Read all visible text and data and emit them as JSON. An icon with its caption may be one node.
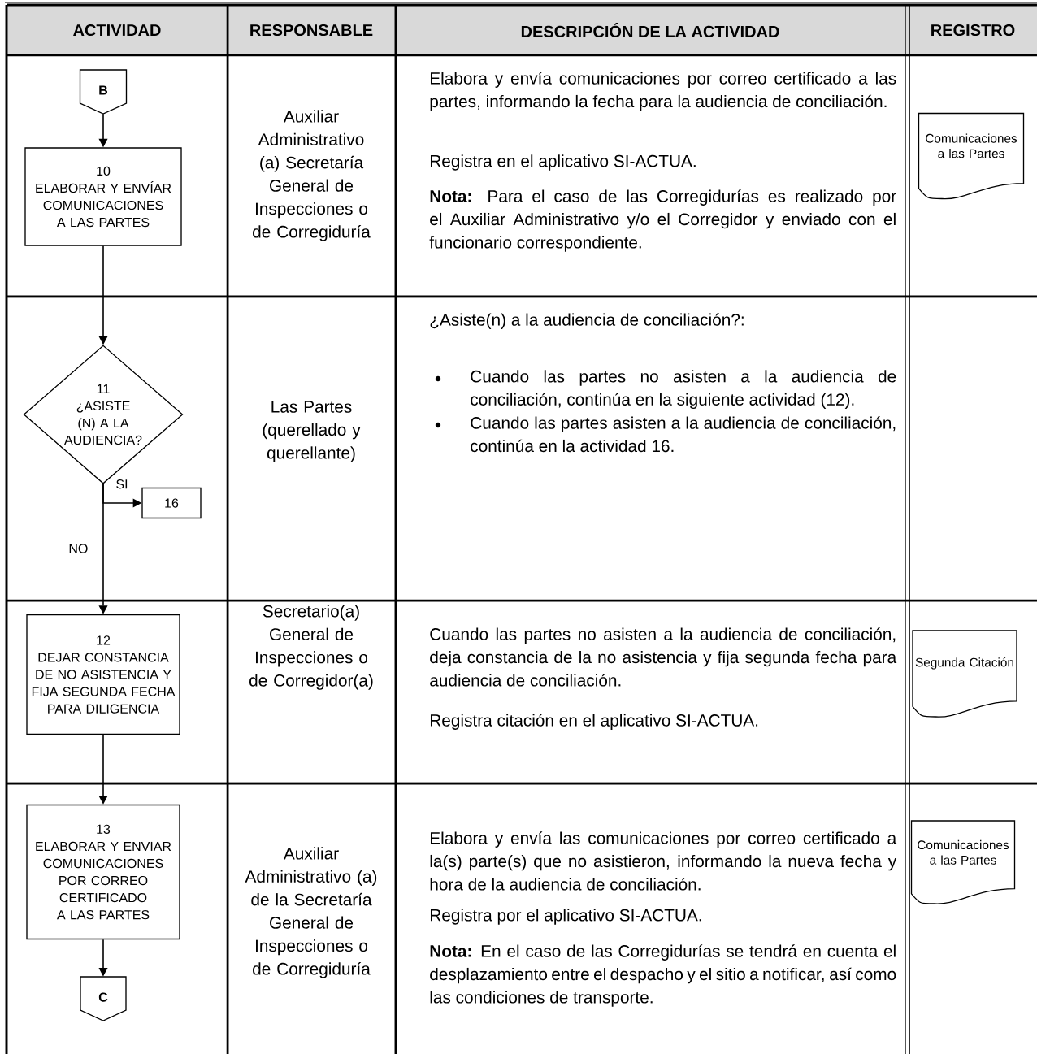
{
  "diagram": {
    "nodes": [
      {
        "text": [
          "B"
        ]
      },
      {
        "text": [
          "10",
          "ELABORAR Y ENVÍAR COMUNICACIONES A LAS PARTES"
        ]
      },
      {
        "text": [
          "11",
          "¿ASISTE (N) A LA AUDIENCIA?"
        ]
      },
      {
        "text": [
          "16"
        ]
      },
      {
        "text": [
          "12",
          "DEJAR CONSTANCIA DE NO ASISTENCIA Y FIJA SEGUNDA FECHA PARA DILIGENCIA"
        ]
      },
      {
        "text": [
          "13",
          "ELABORAR Y ENVIAR COMUNICACIONES POR CORREO CERTIFICADO A LAS PARTES"
        ]
      },
      {
        "text": [
          "C"
        ]
      },
      {
        "text": [
          "Comunicaciones a las Partes"
        ]
      },
      {
        "text": [
          "Segunda Citación"
        ]
      },
      {
        "text": [
          "Comunicaciones a las Partes"
        ]
      }
    ],
    "edges": [
      {
        "from": 0,
        "to": 1,
        "arrow": "to"
      },
      {
        "from": 1,
        "to": 2,
        "arrow": "to"
      },
      {
        "from": 2,
        "to": 3,
        "arrow": "to",
        "label": "SI"
      },
      {
        "from": 2,
        "to": 4,
        "arrow": "to",
        "label": "NO"
      },
      {
        "from": 4,
        "to": 5,
        "arrow": "to"
      },
      {
        "from": 5,
        "to": 6,
        "arrow": "to"
      }
    ],
    "labels": [
      "ACTIVIDAD",
      "RESPONSABLE",
      "DESCRIPCIÓN DE LA ACTIVIDAD",
      "REGISTRO",
      "Auxiliar Administrativo (a) Secretaría General de Inspecciones o de Corregiduría",
      "Elabora y envía comunicaciones por correo certificado a las partes, informando la fecha para la audiencia de conciliación.",
      "Registra en el aplicativo SI-ACTUA.",
      "**Nota:** Para el caso de las Corregidurías es realizado por el Auxiliar Administrativo y/o el Corregidor y enviado con el funcionario correspondiente.",
      "Las Partes (querellado y querellante)",
      "¿Asiste(n) a la audiencia de conciliación?:",
      "Cuando las partes no asisten a la audiencia de conciliación, continúa en la siguiente actividad (12).",
      "Cuando las partes asisten a la audiencia de conciliación, continúa en la actividad 16.",
      "Secretario(a) General de Inspecciones o de Corregidor(a)",
      "Cuando las partes no asisten a la audiencia de conciliación, deja constancia de la no asistencia y fija segunda fecha para audiencia de conciliación.",
      "Registra citación en el aplicativo SI-ACTUA.",
      "Auxiliar Administrativo (a) de la Secretaría General de Inspecciones o de Corregiduría",
      "Elabora y envía las comunicaciones por correo certificado a la(s) parte(s) que no asistieron, informando la nueva fecha y hora de la audiencia de conciliación.",
      "Registra por el aplicativo SI-ACTUA.",
      "**Nota:** En el caso de las Corregidurías se tendrá en cuenta el desplazamiento entre el despacho y el sitio a notificar, así como las condiciones de transporte."
    ]
  }
}
